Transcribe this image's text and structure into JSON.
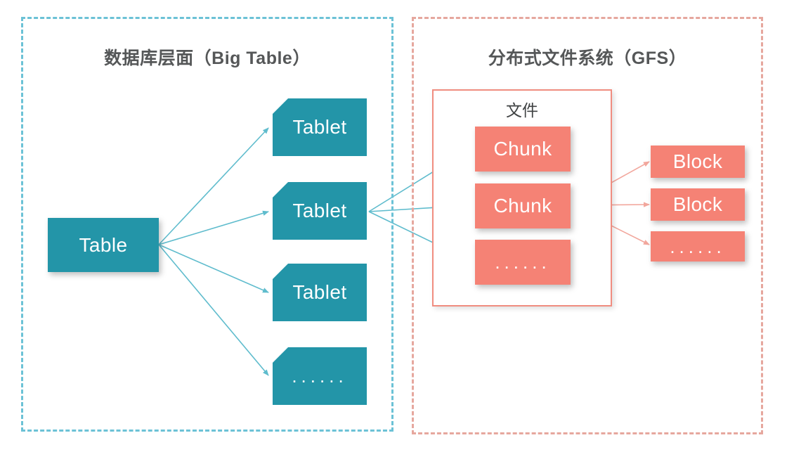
{
  "panels": {
    "left": {
      "title": "数据库层面（Big Table）",
      "border_color": "#6cc2d6"
    },
    "right": {
      "title": "分布式文件系统（GFS）",
      "border_color": "#e6a79e"
    }
  },
  "colors": {
    "teal": "#2395a8",
    "teal_line": "#5fbccd",
    "salmon": "#f58275",
    "salmon_line": "#f2a79d",
    "file_border": "#f08d80",
    "title_text": "#555758"
  },
  "nodes": {
    "table": {
      "label": "Table"
    },
    "tablets": [
      {
        "label": "Tablet"
      },
      {
        "label": "Tablet"
      },
      {
        "label": "Tablet"
      },
      {
        "label": "......"
      }
    ],
    "file_container": {
      "label": "文件"
    },
    "chunks": [
      {
        "label": "Chunk"
      },
      {
        "label": "Chunk"
      },
      {
        "label": "......"
      }
    ],
    "blocks": [
      {
        "label": "Block"
      },
      {
        "label": "Block"
      },
      {
        "label": "......"
      }
    ]
  }
}
